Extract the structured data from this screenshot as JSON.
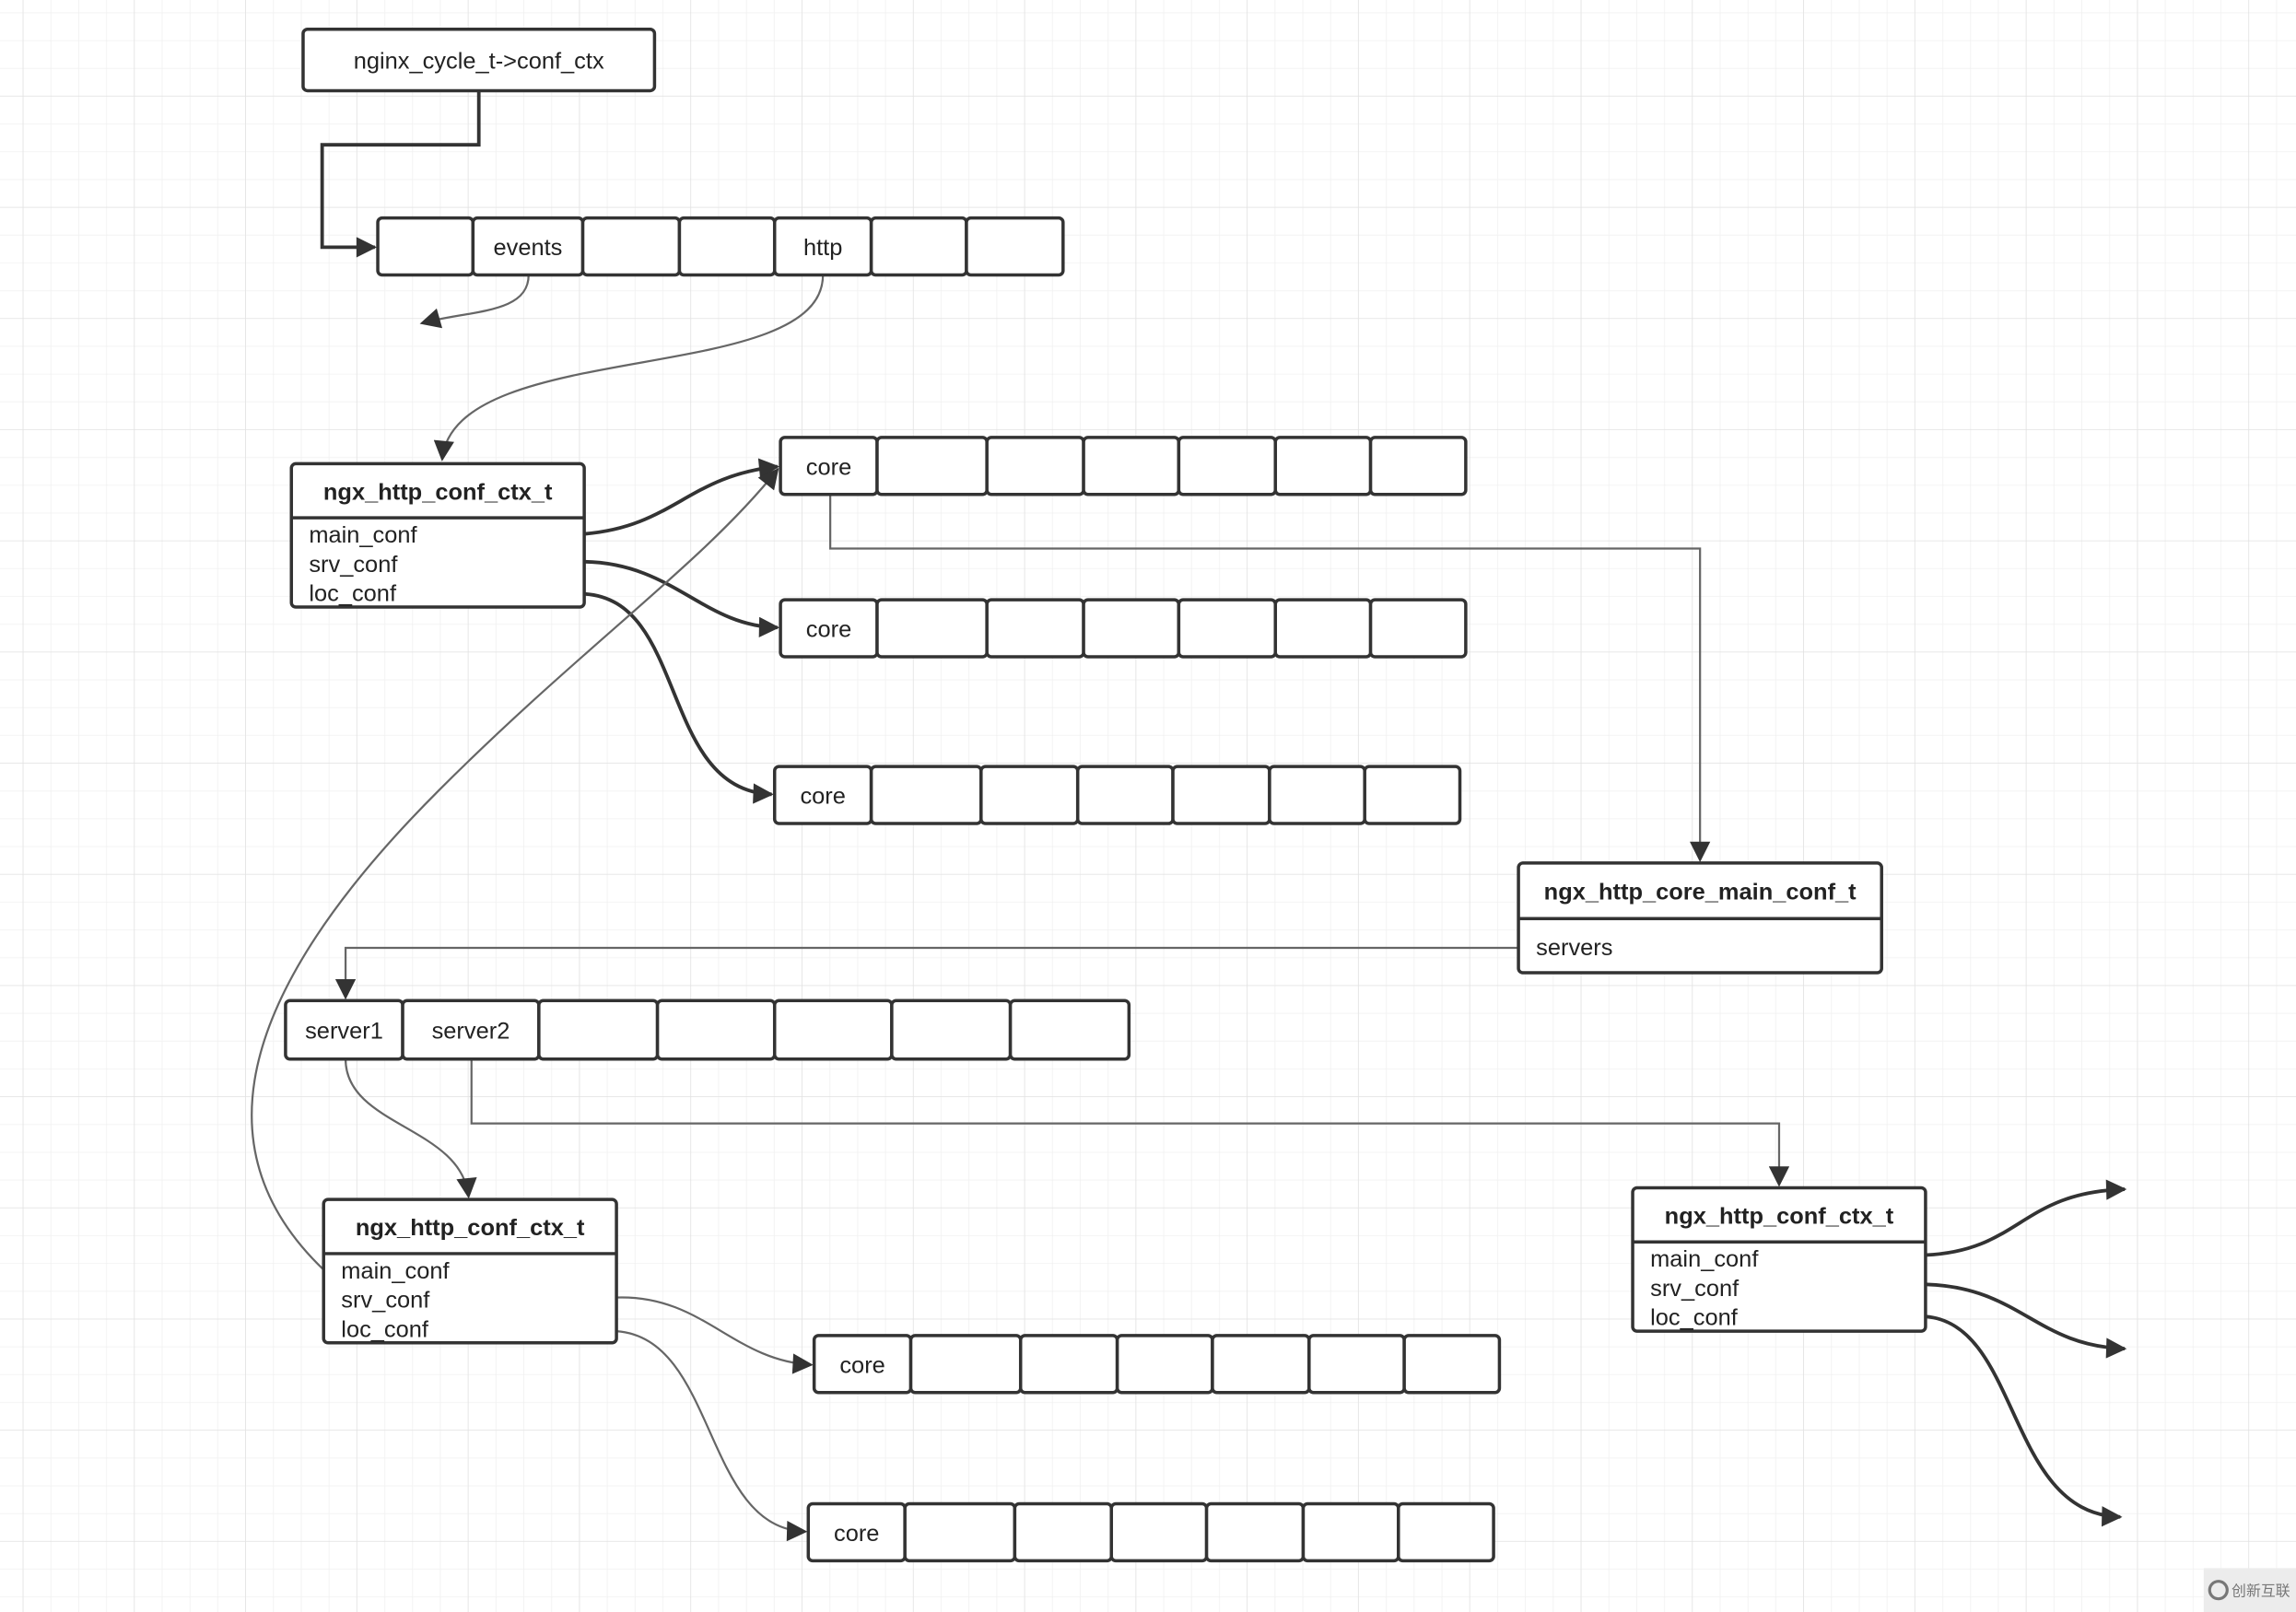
{
  "colors": {
    "stroke": "#333333",
    "grid": "#e6e6e6",
    "background": "#ffffff"
  },
  "root": {
    "label": "nginx_cycle_t->conf_ctx"
  },
  "arrays": {
    "conf_ctx": [
      "",
      "events",
      "",
      "",
      "http",
      "",
      ""
    ],
    "core1": [
      "core",
      "",
      "",
      "",
      "",
      "",
      ""
    ],
    "core2": [
      "core",
      "",
      "",
      "",
      "",
      "",
      ""
    ],
    "core3": [
      "core",
      "",
      "",
      "",
      "",
      "",
      ""
    ],
    "servers": [
      "server1",
      "server2",
      "",
      "",
      "",
      "",
      ""
    ],
    "core4": [
      "core",
      "",
      "",
      "",
      "",
      "",
      ""
    ],
    "core5": [
      "core",
      "",
      "",
      "",
      "",
      "",
      ""
    ]
  },
  "structs": {
    "http_ctx": {
      "title": "ngx_http_conf_ctx_t",
      "fields": [
        "main_conf",
        "srv_conf",
        "loc_conf"
      ]
    },
    "core_main": {
      "title": "ngx_http_core_main_conf_t",
      "fields": [
        "servers"
      ]
    },
    "server1_ctx": {
      "title": "ngx_http_conf_ctx_t",
      "fields": [
        "main_conf",
        "srv_conf",
        "loc_conf"
      ]
    },
    "server2_ctx": {
      "title": "ngx_http_conf_ctx_t",
      "fields": [
        "main_conf",
        "srv_conf",
        "loc_conf"
      ]
    }
  },
  "watermark": {
    "text": "创新互联"
  }
}
